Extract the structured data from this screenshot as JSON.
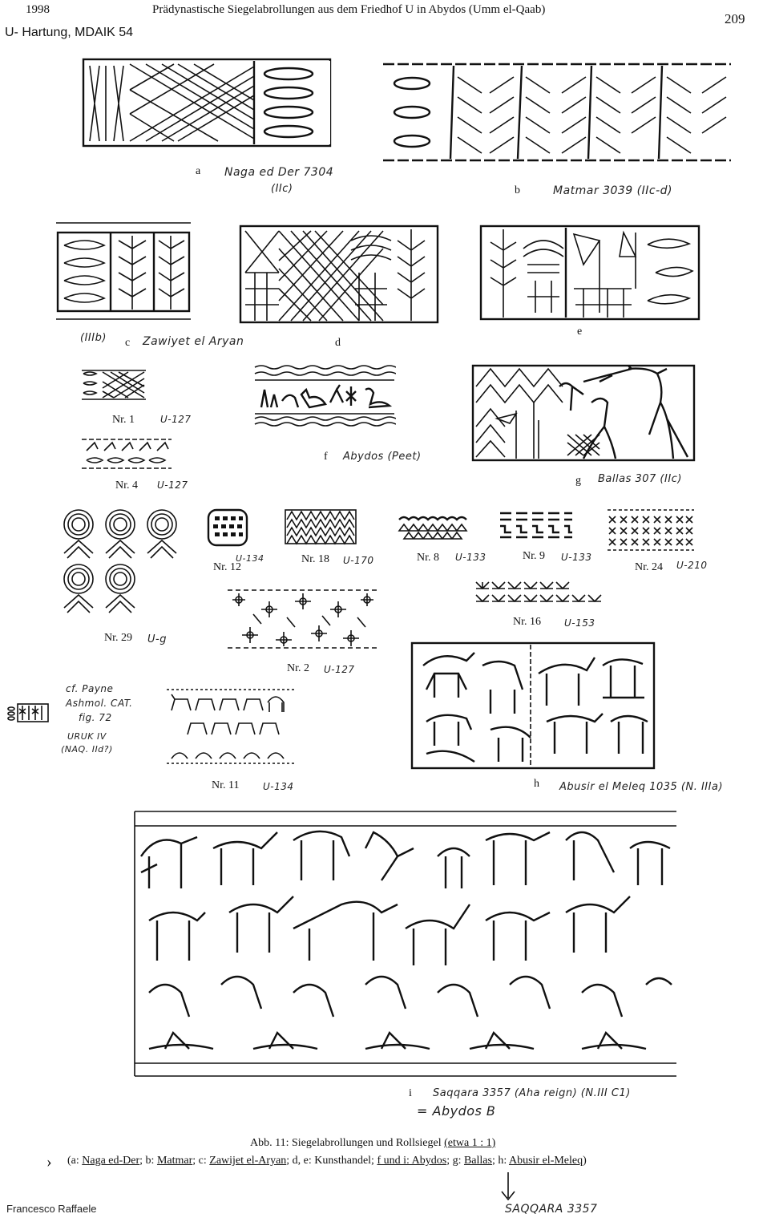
{
  "header": {
    "year": "1998",
    "title": "Prädynastische Siegelabrollungen aus dem Friedhof U in Abydos (Umm el-Qaab)",
    "page_number": "209",
    "source_note": "U- Hartung, MDAIK 54"
  },
  "figures": {
    "a": {
      "letter": "a",
      "note": "Naga ed Der 7304",
      "note2": "(IIc)"
    },
    "b": {
      "letter": "b",
      "note": "Matmar 3039 (IIc-d)"
    },
    "c": {
      "letter": "c",
      "note_left": "(IIIb)",
      "note": "Zawiyet el Aryan"
    },
    "d": {
      "letter": "d"
    },
    "e": {
      "letter": "e"
    },
    "f": {
      "letter": "f",
      "note": "Abydos (Peet)"
    },
    "g": {
      "letter": "g",
      "note": "Ballas 307 (IIc)"
    },
    "h": {
      "letter": "h",
      "note": "Abusir el Meleq 1035 (N. IIIa)"
    },
    "i": {
      "letter": "i",
      "note": "Saqqara 3357 (Aha reign) (N.III C1)",
      "note2": "= Abydos B"
    }
  },
  "seals": {
    "nr1": {
      "label": "Nr. 1",
      "note": "U-127"
    },
    "nr4": {
      "label": "Nr. 4",
      "note": "U-127"
    },
    "nr29": {
      "label": "Nr. 29",
      "note": "U-g"
    },
    "nr12": {
      "label": "Nr. 12",
      "note": "U-134"
    },
    "nr18": {
      "label": "Nr. 18",
      "note": "U-170"
    },
    "nr8": {
      "label": "Nr. 8",
      "note": "U-133"
    },
    "nr9": {
      "label": "Nr. 9",
      "note": "U-133"
    },
    "nr24": {
      "label": "Nr. 24",
      "note": "U-210"
    },
    "nr16": {
      "label": "Nr. 16",
      "note": "U-153"
    },
    "nr2": {
      "label": "Nr. 2",
      "note": "U-127"
    },
    "nr11": {
      "label": "Nr. 11",
      "note": "U-134"
    }
  },
  "side_note": {
    "line1": "cf. Payne",
    "line2": "Ashmol. CAT.",
    "line3": "fig. 72",
    "line4": "URUK IV",
    "line5": "(NAQ. IId?)"
  },
  "caption": {
    "line1_prefix": "Abb. 11:",
    "line1_text": "Siegelabrollungen und Rollsiegel",
    "line1_scale": "(etwa 1 : 1)",
    "open": "(a: ",
    "naga": "Naga ed-Der",
    "sep_b": "; b: ",
    "matmar": "Matmar",
    "sep_c": "; c: ",
    "zawijet": "Zawijet el-Aryan",
    "sep_de": "; d, e: Kunsthandel; ",
    "abydos": "f und i: Abydos",
    "sep_g": "; g: ",
    "ballas": "Ballas",
    "sep_h": "; h: ",
    "abusir": "Abusir el-Meleq",
    "close": ")"
  },
  "annotation_bottom": "SAQQARA 3357",
  "credit": "Francesco Raffaele"
}
